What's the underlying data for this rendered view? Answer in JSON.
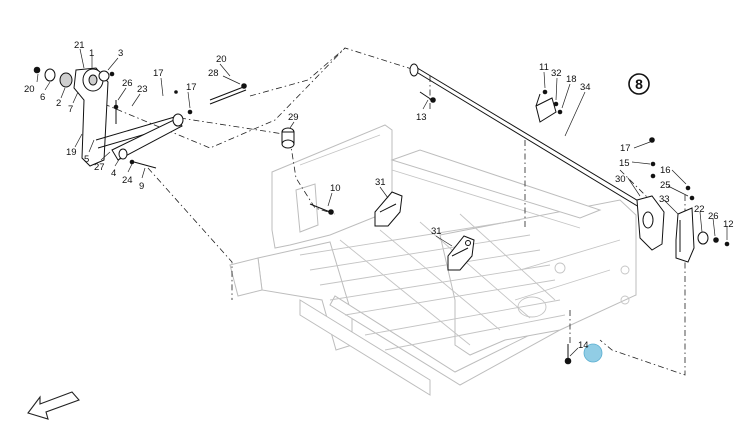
{
  "diagram": {
    "group_number": "8",
    "callouts": [
      "21",
      "1",
      "3",
      "20",
      "6",
      "2",
      "7",
      "26",
      "23",
      "17",
      "17",
      "20",
      "28",
      "19",
      "5",
      "27",
      "4",
      "24",
      "9",
      "29",
      "10",
      "31",
      "31",
      "13",
      "11",
      "32",
      "18",
      "34",
      "17",
      "15",
      "16",
      "30",
      "25",
      "33",
      "22",
      "26",
      "12",
      "14"
    ]
  },
  "colors": {
    "line": "#111111",
    "frame": "#bdbdbd",
    "hotspot": "#7ec4e0"
  },
  "icons": {
    "direction": "arrow-icon",
    "group_badge": "circle-badge"
  }
}
